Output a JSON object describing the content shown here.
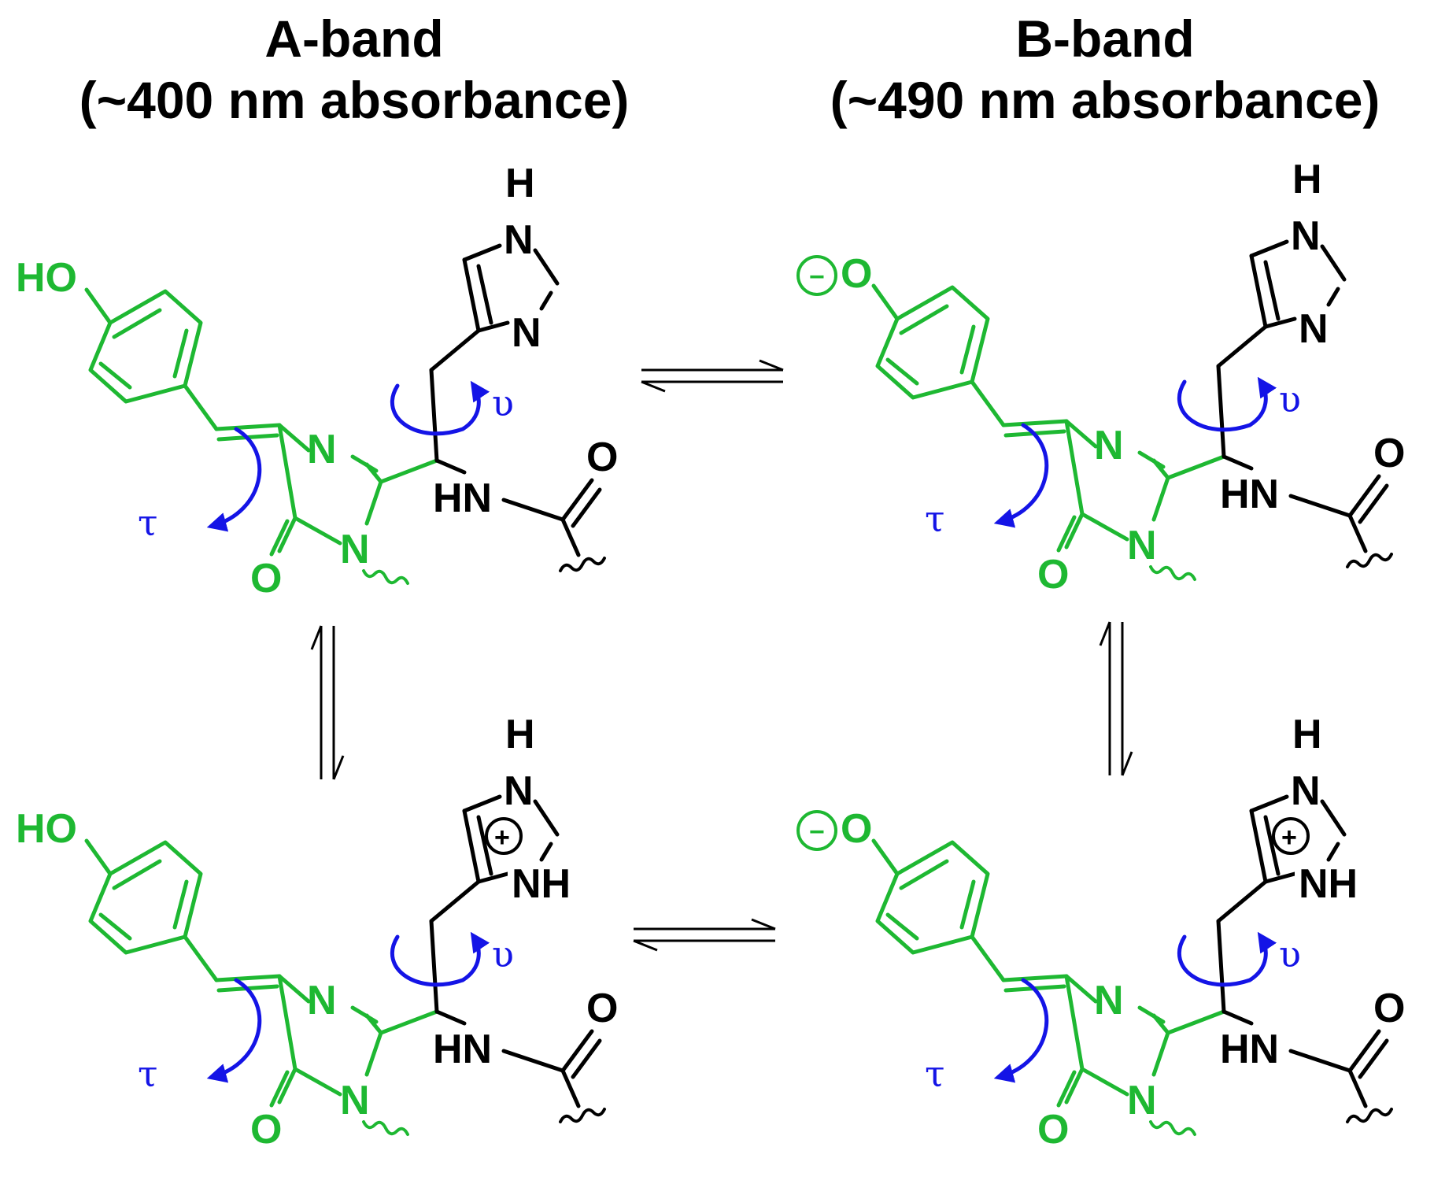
{
  "panels": {
    "a_band": {
      "title": "A-band",
      "subtitle": "(~400 nm absorbance)"
    },
    "b_band": {
      "title": "B-band",
      "subtitle": "(~490 nm absorbance)"
    }
  },
  "atoms": {
    "hydroxyl": "HO",
    "oxygen": "O",
    "nitrogen": "N",
    "hydrogen": "H",
    "amide_nh": "HN",
    "ring_nh": "NH",
    "torsion_tau": "τ",
    "torsion_upsilon": "υ",
    "anion_charge": "−",
    "cation_charge": "+"
  },
  "colors": {
    "chromophore": "#1eb832",
    "residue": "#000000",
    "rotation_arrow": "#1414e6"
  }
}
